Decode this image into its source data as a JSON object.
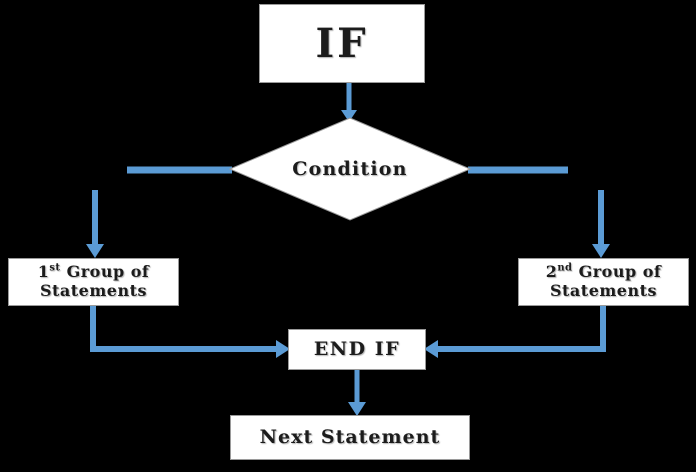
{
  "diagram": {
    "title": "IF statement flowchart",
    "type": "flowchart",
    "background_color": "#000000",
    "connector_color": "#5B9BD5",
    "node_fill_color": "#FFFFFF",
    "node_border_color": "#9A9A9A",
    "text_color": "#1C1C1C"
  },
  "nodes": {
    "if": {
      "label": "IF",
      "shape": "rectangle"
    },
    "condition": {
      "label": "Condition",
      "shape": "diamond"
    },
    "group1": {
      "prefix": "1",
      "sup": "st",
      "rest": " Group of",
      "line2": "Statements",
      "shape": "rectangle"
    },
    "group2": {
      "prefix": "2",
      "sup": "nd",
      "rest": " Group of",
      "line2": "Statements",
      "shape": "rectangle"
    },
    "endif": {
      "label": "END IF",
      "shape": "rectangle"
    },
    "next": {
      "label": "Next Statement",
      "shape": "rectangle"
    }
  },
  "edges": [
    {
      "name": "if-to-condition",
      "from": "if",
      "to": "condition",
      "style": "arrow-down"
    },
    {
      "name": "condition-to-group1",
      "from": "condition",
      "to": "group1",
      "style": "elbow-left-down"
    },
    {
      "name": "condition-to-group2",
      "from": "condition",
      "to": "group2",
      "style": "elbow-right-down"
    },
    {
      "name": "group1-to-endif",
      "from": "group1",
      "to": "endif",
      "style": "elbow-down-right"
    },
    {
      "name": "group2-to-endif",
      "from": "group2",
      "to": "endif",
      "style": "elbow-down-left"
    },
    {
      "name": "endif-to-next",
      "from": "endif",
      "to": "next",
      "style": "arrow-down"
    }
  ]
}
